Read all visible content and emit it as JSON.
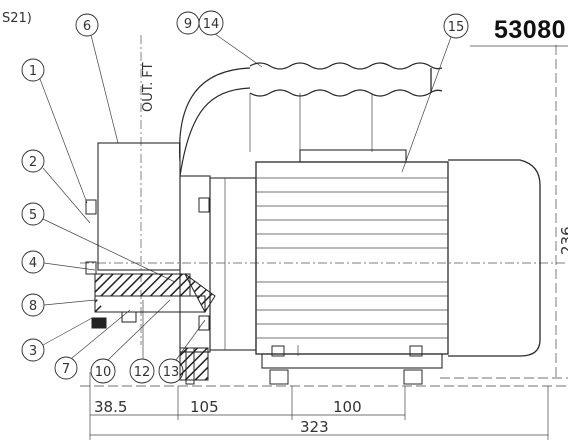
{
  "title": "53080",
  "corner_label": "S21)",
  "outlet_label": "OUT. FT",
  "balloons": [
    "1",
    "2",
    "5",
    "4",
    "8",
    "3",
    "7",
    "10",
    "12",
    "13",
    "6",
    "9",
    "14",
    "15"
  ],
  "dimensions": {
    "d1": "38.5",
    "d2": "105",
    "d3": "100",
    "total": "323",
    "height": "236"
  }
}
